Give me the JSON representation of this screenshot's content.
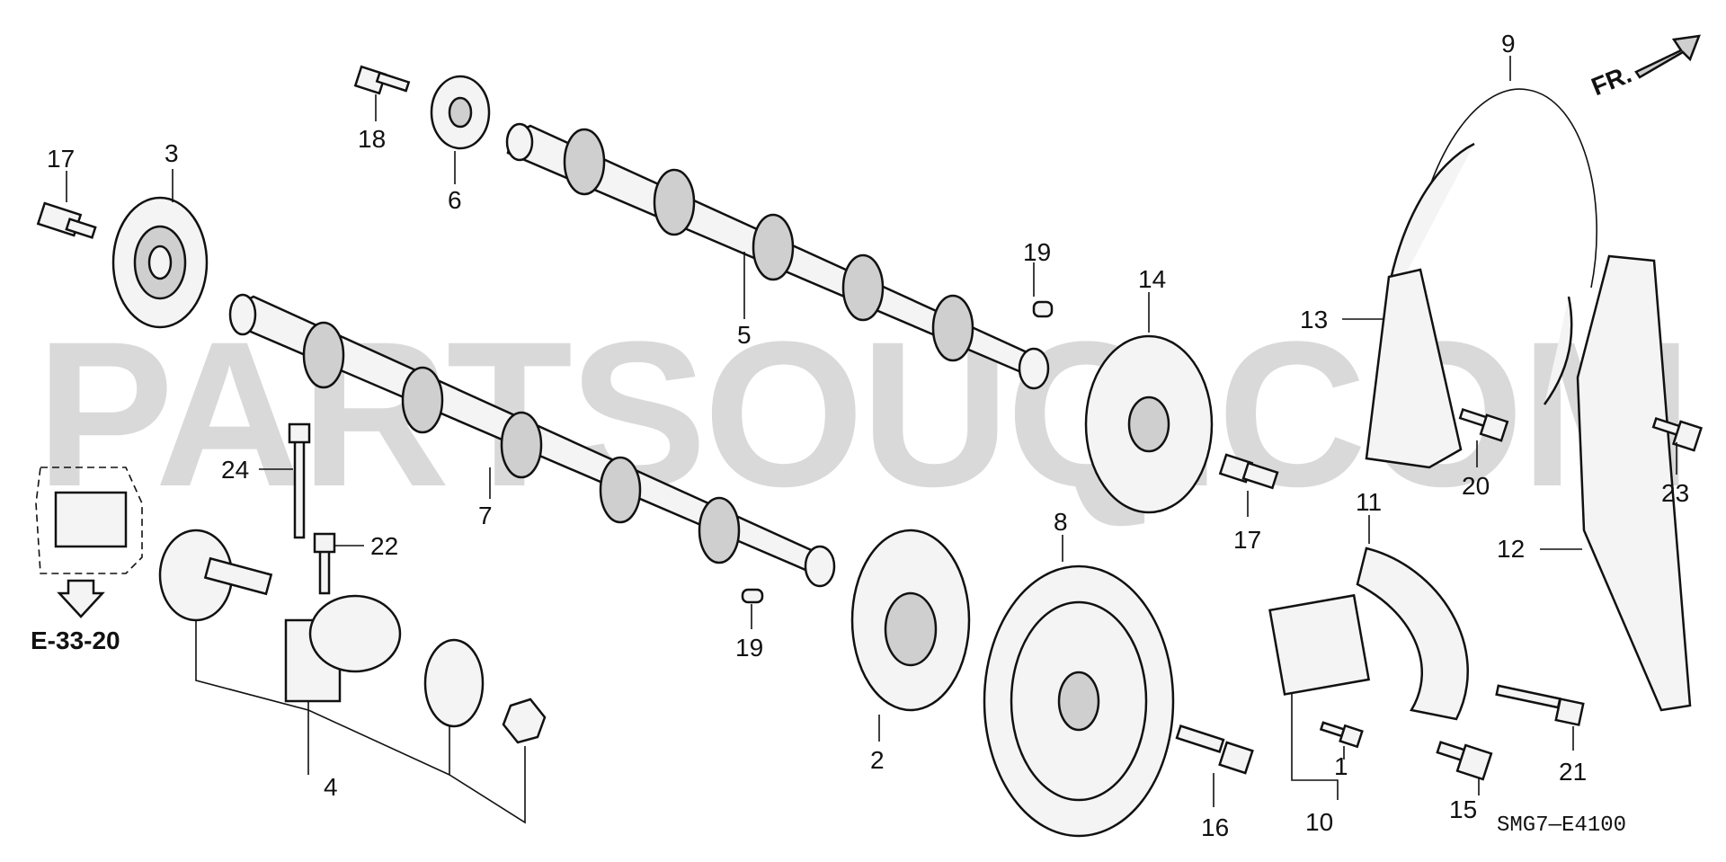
{
  "watermark": "PARTSOUQ.COM",
  "direction_label": "FR.",
  "reference_code": "SMG7—E4100",
  "reference_callout": "E-33-20",
  "callouts": {
    "c1": "1",
    "c2": "2",
    "c3": "3",
    "c4": "4",
    "c5": "5",
    "c6": "6",
    "c7": "7",
    "c8": "8",
    "c9": "9",
    "c10": "10",
    "c11": "11",
    "c12": "12",
    "c13": "13",
    "c14": "14",
    "c15": "15",
    "c16": "16",
    "c17a": "17",
    "c17b": "17",
    "c18": "18",
    "c19a": "19",
    "c19b": "19",
    "c20": "20",
    "c21": "21",
    "c22": "22",
    "c23": "23",
    "c24": "24"
  }
}
